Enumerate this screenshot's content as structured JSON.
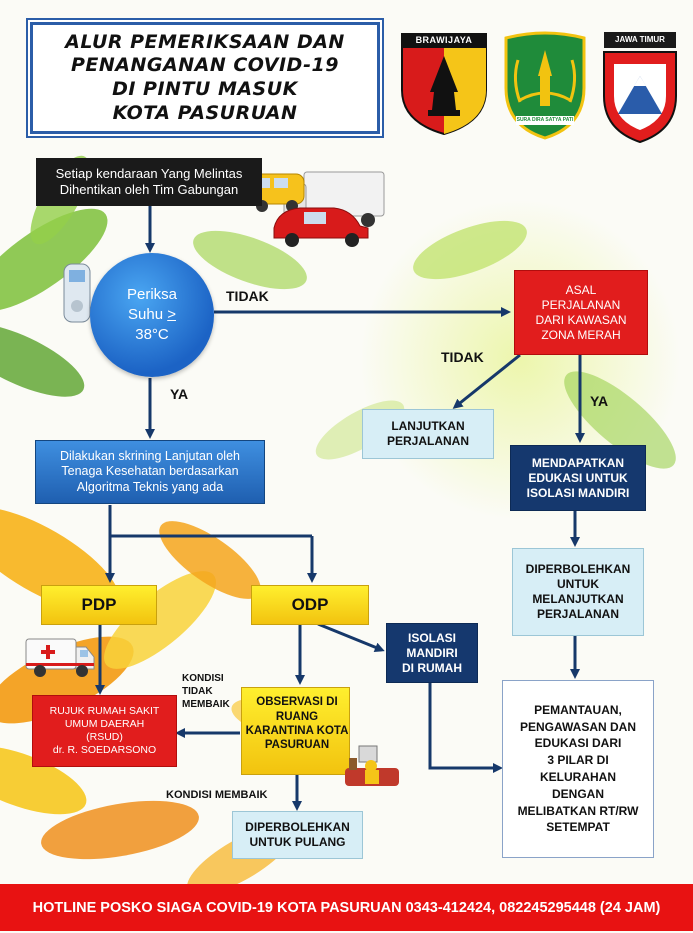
{
  "title": {
    "line1": "ALUR PEMERIKSAAN DAN",
    "line2": "PENANGANAN COVID-19",
    "line3": "DI PINTU MASUK",
    "line4": "KOTA PASURUAN"
  },
  "logos": {
    "brawijaya": "BRAWIJAYA",
    "pasuruan_motto": "SURA DIRA SATYA PATI",
    "jatim": "JAWA TIMUR"
  },
  "nodes": {
    "start": "Setiap kendaraan Yang Melintas\nDihentikan oleh Tim Gabungan",
    "check_line1": "Periksa",
    "check_line2_prefix": "Suhu ",
    "check_line2_symbol": ">",
    "check_line3": "38°C",
    "screening": "Dilakukan skrining Lanjutan oleh\nTenaga Kesehatan berdasarkan\nAlgoritma Teknis yang ada",
    "pdp": "PDP",
    "odp": "ODP",
    "rsud": "RUJUK RUMAH SAKIT\nUMUM DAERAH\n(RSUD)\ndr. R. SOEDARSONO",
    "observasi": "OBSERVASI DI\nRUANG\nKARANTINA KOTA\nPASURUAN",
    "isolasi": "ISOLASI\nMANDIRI\nDI RUMAH",
    "pulang": "DIPERBOLEHKAN\nUNTUK PULANG",
    "asal": "ASAL\nPERJALANAN\nDARI KAWASAN\nZONA MERAH",
    "lanjutkan": "LANJUTKAN\nPERJALANAN",
    "edukasi": "MENDAPATKAN\nEDUKASI UNTUK\nISOLASI MANDIRI",
    "diperbolehkan": "DIPERBOLEHKAN\nUNTUK\nMELANJUTKAN\nPERJALANAN",
    "pemantauan": "PEMANTAUAN,\nPENGAWASAN DAN\nEDUKASI DARI\n3 PILAR DI\nKELURAHAN\nDENGAN\nMELIBATKAN RT/RW\nSETEMPAT"
  },
  "edge_labels": {
    "tidak_1": "TIDAK",
    "tidak_2": "TIDAK",
    "ya_1": "YA",
    "ya_2": "YA",
    "kondisi_tidak": "KONDISI\nTIDAK\nMEMBAIK",
    "kondisi_membaik": "KONDISI MEMBAIK"
  },
  "hotline": "HOTLINE POSKO SIAGA COVID-19 KOTA PASURUAN 0343-412424, 082245295448 (24 JAM)",
  "colors": {
    "arrow": "#16386a",
    "red": "#e11d1d",
    "navy": "#15386e",
    "yellow": "#ffe62a",
    "pale_blue": "#d7eef6"
  }
}
